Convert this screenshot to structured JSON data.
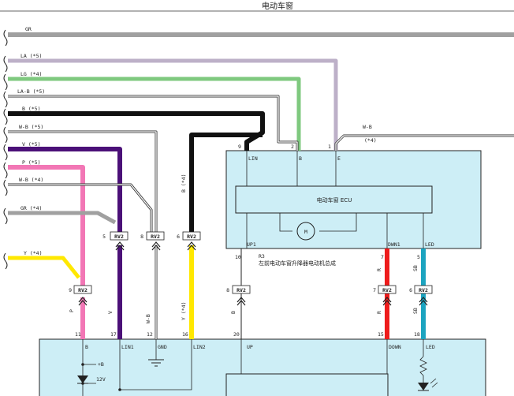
{
  "title": "电动车窗",
  "colors": {
    "gr": "#a0a0a0",
    "la": "#bdb0c8",
    "lg": "#7fc97f",
    "black": "#111111",
    "v": "#4b1078",
    "p": "#f277b5",
    "y": "#ffe800",
    "r": "#ee1c1c",
    "sb": "#1ca4c0",
    "box": "#cdeef6",
    "wb": "#555555"
  },
  "wires": {
    "gr_top": "GR",
    "la": "LA (*5)",
    "lg": "LG (*4)",
    "la_b": "LA-B (*5)",
    "b": "B (*5)",
    "w_b_5": "W-B (*5)",
    "v": "V (*5)",
    "p": "P (*5)",
    "w_b_4": "W-B (*4)",
    "gr_4": "GR (*4)",
    "y": "Y (*4)",
    "w_b_right": "W-B",
    "right_4": "(*4)",
    "vert_b": "B",
    "vert_v": "V",
    "vert_wb": "W-B",
    "vert_y": "Y (*4)",
    "vert_b4": "B (*4)",
    "vert_p": "P",
    "vert_r": "R",
    "vert_sb": "SB"
  },
  "connectors": {
    "rv2_v": "RV2",
    "rv2_wb": "RV2",
    "rv2_black": "RV2",
    "rv2_p": "RV2",
    "rv2_up": "RV2",
    "rv2_r": "RV2",
    "rv2_sb": "RV2"
  },
  "pins": {
    "ecu_lin": "9",
    "ecu_b": "2",
    "ecu_e": "1",
    "ecu_up1": "10",
    "ecu_dwn1": "7",
    "ecu_led": "5",
    "conn_v": "5",
    "conn_wb": "8",
    "conn_black": "6",
    "conn_p": "9",
    "conn_up": "8",
    "conn_r": "7",
    "conn_sb": "6",
    "sw_b": "11",
    "sw_lin1": "17",
    "sw_gnd": "12",
    "sw_lin2": "16",
    "sw_up": "20",
    "sw_down": "15",
    "sw_led": "18"
  },
  "ecu": {
    "name": "电动车窗 ECU",
    "lin": "LIN",
    "b": "B",
    "e": "E",
    "up1": "UP1",
    "dwn1": "DWN1",
    "led": "LED",
    "motor": "M",
    "id": "R3",
    "desc": "左前电动车窗升降器电动机总成"
  },
  "switch": {
    "b": "B",
    "lin1": "LIN1",
    "gnd": "GND",
    "lin2": "LIN2",
    "up": "UP",
    "down": "DOWN",
    "led": "LED",
    "plus_b": "+B",
    "v12": "12V"
  }
}
